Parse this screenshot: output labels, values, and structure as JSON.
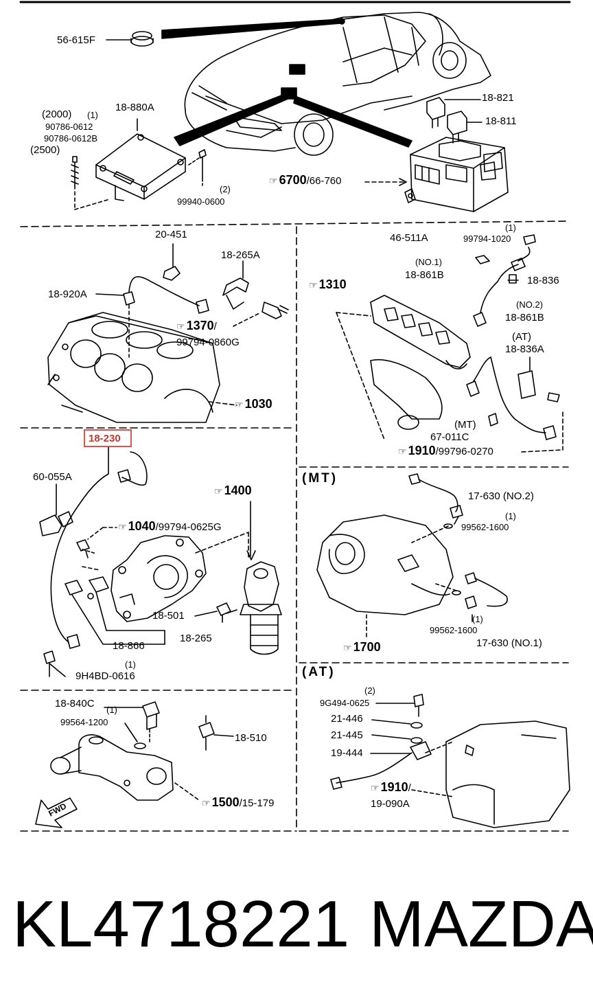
{
  "labels": {
    "l56615f": "56-615F",
    "l2000": "(2000)",
    "l2000q": "(1)",
    "l907860612": "90786-0612",
    "l907860612b": "90786-0612B",
    "l2500": "(2500)",
    "l18880a": "18-880A",
    "l2q": "(2)",
    "l999400600": "99940-0600",
    "l18821": "18-821",
    "l18811": "18-811",
    "l6700": "6700",
    "l66760": "/66-760",
    "l20451": "20-451",
    "l18265a": "18-265A",
    "l18920a": "18-920A",
    "l1370": "1370",
    "l1370slash": "/",
    "l999940860g": "99794-0860G",
    "l1030": "1030",
    "l46511a": "46-511A",
    "l1q": "(1)",
    "l997941020": "99794-1020",
    "lno1": "(NO.1)",
    "l18861b_1": "18-861B",
    "l18836": "18-836",
    "l1310": "1310",
    "lno2": "(NO.2)",
    "l18861b_2": "18-861B",
    "lat": "(AT)",
    "l18836a": "18-836A",
    "lmt": "(MT)",
    "l67011c": "67-011C",
    "l1910a": "1910",
    "l997960270": "/99796-0270",
    "l18230": "18-230",
    "l60055a": "60-055A",
    "l1400": "1400",
    "l1040": "1040",
    "l997940625g": "/99794-0625G",
    "l18501": "18-501",
    "l18866": "18-866",
    "l18265": "18-265",
    "l1qb": "(1)",
    "l9h4bd0616": "9H4BD-0616",
    "secmt": "(MT)",
    "l17630_2": "17-630",
    "lno2b": "(NO.2)",
    "l1qc": "(1)",
    "l995621600a": "99562-1600",
    "l995621600b": "99562-1600",
    "l1qd": "(1)",
    "l17630_1": "17-630",
    "lno1b": "(NO.1)",
    "l1700": "1700",
    "secat": "(AT)",
    "l2qb": "(2)",
    "l9g4940625": "9G494-0625",
    "l21446": "21-446",
    "l21445": "21-445",
    "l19444": "19-444",
    "l1910b": "1910",
    "l1910slash": "/",
    "l19090a": "19-090A",
    "l18840c": "18-840C",
    "l1qe": "(1)",
    "l995641200": "99564-1200",
    "l18510": "18-510",
    "l1500": "1500",
    "l15179": "/15-179",
    "fwd": "FWD"
  },
  "ref_icon": "pointing-hand-icon",
  "highlight_color": "#d9534f",
  "footer": {
    "part_number": "KL4718221",
    "brand": "MAZDA"
  }
}
